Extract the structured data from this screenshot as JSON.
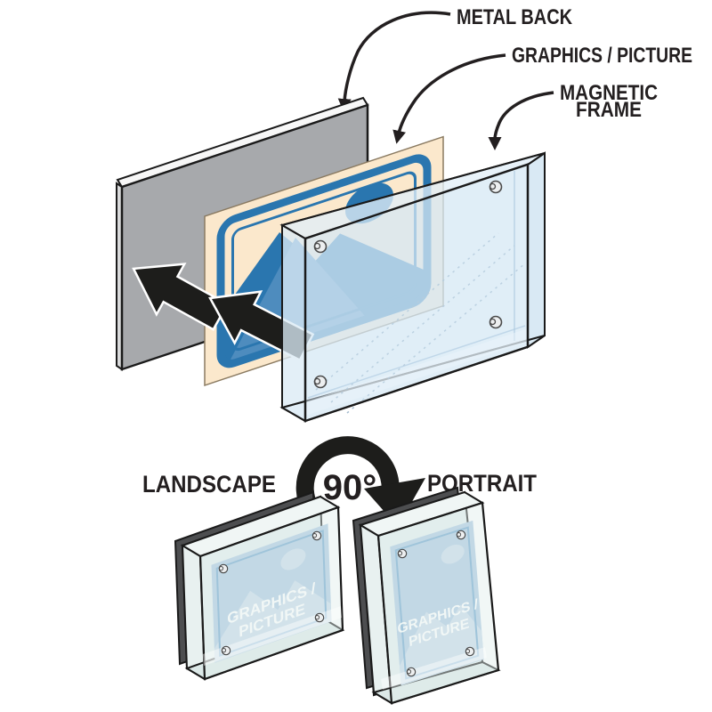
{
  "labels": {
    "metal_back": "METAL BACK",
    "graphics_picture": "GRAPHICS / PICTURE",
    "magnetic": "MAGNETIC",
    "frame": "FRAME"
  },
  "rotation": {
    "landscape": "LANDSCAPE",
    "degrees": "90°",
    "portrait": "PORTRAIT"
  },
  "frame_text": {
    "line1": "GRAPHICS /",
    "line2": "PICTURE"
  },
  "icons": {
    "leader_arrow": "curved-leader-arrow",
    "extract_arrow": "left-extract-arrow",
    "rotation_arrow": "clockwise-90-rotation-arrow",
    "magnet_pin": "magnet-pin"
  },
  "colors": {
    "label_text": "#231f20",
    "metal_back_gray": "#a7a9ac",
    "paper_cream": "#fbe8cc",
    "photo_blue_dark": "#2a76af",
    "photo_blue_mid": "#4e8cbe",
    "glass_tint": "#d9eaf5",
    "small_photo_blue": "#a9c7e0",
    "small_photo_shapes": "#c6d9ea"
  }
}
